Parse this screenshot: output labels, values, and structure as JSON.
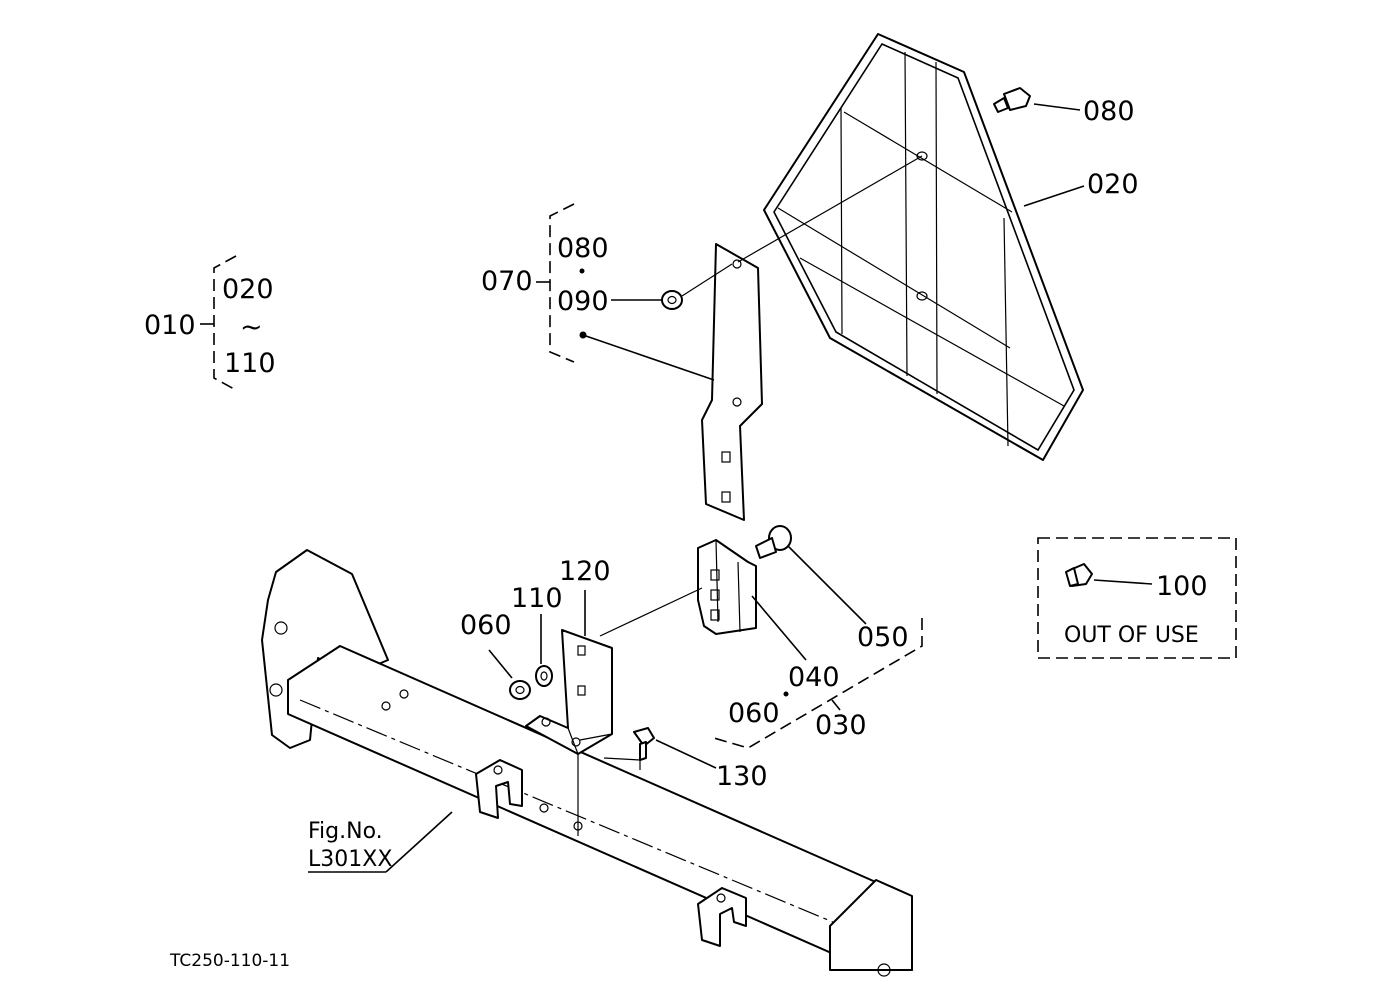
{
  "labels": {
    "p010": "010",
    "p020_group": "020",
    "p110_group": "110",
    "tilde": "~",
    "p070": "070",
    "p080_group": "080",
    "p090": "090",
    "p080": "080",
    "p020": "020",
    "p120": "120",
    "p110": "110",
    "p060": "060",
    "p050": "050",
    "p040": "040",
    "p060_group": "060",
    "p030": "030",
    "p130": "130",
    "p100": "100",
    "out_of_use": "OUT OF USE",
    "fig_ref_line1": "Fig.No.",
    "fig_ref_line2": "L301XX",
    "drawing_code": "TC250-110-11"
  }
}
